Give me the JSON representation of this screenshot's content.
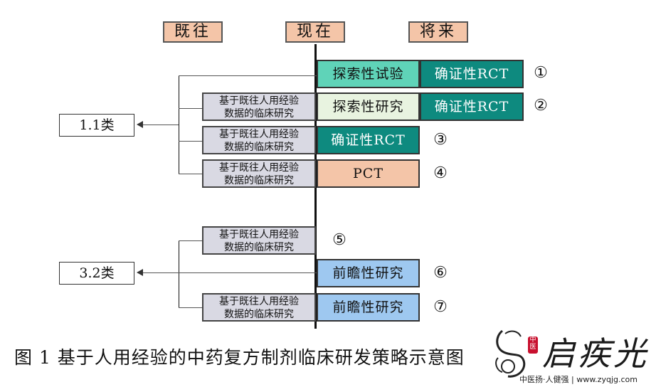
{
  "timeline": {
    "past": "既往",
    "present": "现在",
    "future": "将来"
  },
  "prior_study_label": "基于既往人用经验数据的临床研究",
  "prior_line1": "基于既往人用经验",
  "prior_line2": "数据的临床研究",
  "rows": [
    {
      "num": "①",
      "current": "探索性试验",
      "future": "确证性RCT"
    },
    {
      "num": "②",
      "current": "探索性研究",
      "future": "确证性RCT"
    },
    {
      "num": "③",
      "current": "确证性RCT"
    },
    {
      "num": "④",
      "current": "PCT"
    },
    {
      "num": "⑤"
    },
    {
      "num": "⑥",
      "current": "前瞻性研究"
    },
    {
      "num": "⑦",
      "current": "前瞻性研究"
    }
  ],
  "classes": {
    "c11": "1.1类",
    "c32": "3.2类"
  },
  "caption": "图 1 基于人用经验的中药复方制剂临床研发策略示意图",
  "watermark": {
    "name": "启疾光",
    "seal": "中医",
    "tagline": "中医扬·人健强 | www.zyqjg.com"
  }
}
